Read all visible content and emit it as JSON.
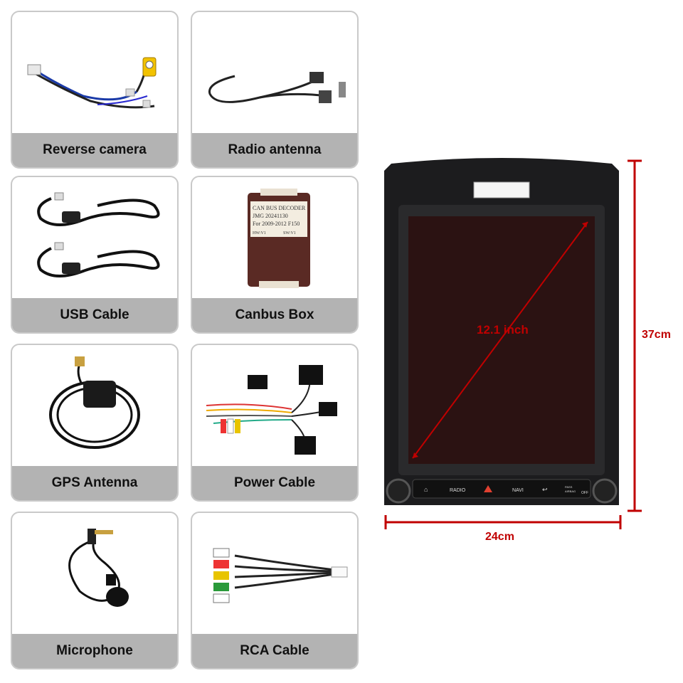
{
  "accessories": [
    {
      "label": "Reverse camera",
      "icon": "reverse-camera-cable-icon"
    },
    {
      "label": "Radio antenna",
      "icon": "radio-antenna-cable-icon"
    },
    {
      "label": "USB Cable",
      "icon": "usb-cable-icon"
    },
    {
      "label": "Canbus Box",
      "icon": "canbus-box-icon"
    },
    {
      "label": "GPS Antenna",
      "icon": "gps-antenna-icon"
    },
    {
      "label": "Power Cable",
      "icon": "power-cable-harness-icon"
    },
    {
      "label": "Microphone",
      "icon": "microphone-icon"
    },
    {
      "label": "RCA Cable",
      "icon": "rca-cable-icon"
    }
  ],
  "canbus_box": {
    "line1": "CAN BUS DECODER",
    "line2": "JMG 20241130",
    "line3": "For 2009-2012 F150",
    "hw": "HW:V1",
    "sw": "SW:V1"
  },
  "head_unit": {
    "diagonal": "12.1 inch",
    "height": "37cm",
    "width": "24cm",
    "buttons": [
      "RADIO",
      "NAVI"
    ],
    "pass_airbag": [
      "PASS",
      "AIRBAG"
    ],
    "off": "OFF"
  },
  "colors": {
    "accent": "#c00000",
    "label_bg": "#b3b3b3",
    "card_border": "#c9c9c9"
  }
}
